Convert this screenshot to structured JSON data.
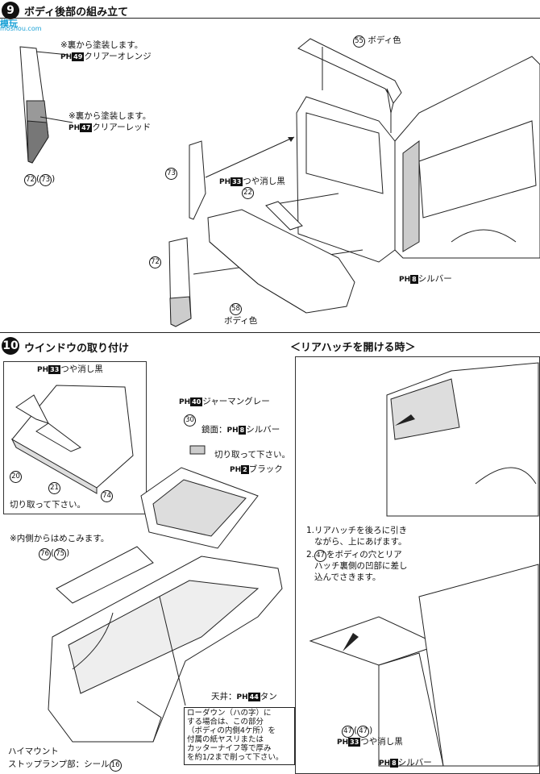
{
  "watermark": {
    "brand": "模玩",
    "url": "moshou.com"
  },
  "section9": {
    "number": "9",
    "title": "ボディ後部の組み立て",
    "note1": "※裏から塗装します。",
    "note1_paint": {
      "code": "49",
      "name": "クリアーオレンジ"
    },
    "note2": "※裏から塗装します。",
    "note2_paint": {
      "code": "47",
      "name": "クリアーレッド"
    },
    "part_72_73": {
      "a": "72",
      "b": "73"
    },
    "part_55": {
      "num": "55",
      "label": "ボディ色"
    },
    "part_73": "73",
    "paint_33": {
      "code": "33",
      "name": "つや消し黒"
    },
    "part_22": "22",
    "part_72": "72",
    "part_58": {
      "num": "58",
      "label": "ボディ色"
    },
    "paint_8": {
      "code": "8",
      "name": "シルバー"
    }
  },
  "section10": {
    "number": "10",
    "title": "ウインドウの取り付け",
    "paint_33": {
      "code": "33",
      "name": "つや消し黒"
    },
    "part_20": "20",
    "part_21": "21",
    "part_74": "74",
    "cut_note": "切り取って下さい。",
    "paint_40": {
      "code": "40",
      "name": "ジャーマングレー"
    },
    "part_30": "30",
    "mirror_prefix": "鏡面：",
    "mirror_paint": {
      "code": "8",
      "name": "シルバー"
    },
    "cut_note2": "切り取って下さい。",
    "paint_2": {
      "code": "2",
      "name": "ブラック"
    },
    "inside_note": "※内側からはめこみます。",
    "part_76_75": {
      "a": "76",
      "b": "75"
    },
    "ceiling_prefix": "天井：",
    "ceiling_paint": {
      "code": "44",
      "name": "タン"
    },
    "lowdown_note": [
      "ローダウン（ハの字）に",
      "する場合は、この部分",
      "（ボディの内側4ケ所）を",
      "付属の紙ヤスリまたは",
      "カッターナイフ等で厚み",
      "を約1/2まで削って下さい。"
    ],
    "highmount": [
      "ハイマウント",
      "ストップランプ部：シール"
    ],
    "highmount_sticker": "16"
  },
  "rear_hatch": {
    "title": "＜リアハッチを開ける時＞",
    "step1": [
      "1.リアハッチを後ろに引き",
      "ながら、上にあげます。"
    ],
    "step2_prefix": "2.",
    "step2_part": "47",
    "step2": [
      "をボディの穴とリア",
      "ハッチ裏側の凹部に差し",
      "込んでさきます。"
    ],
    "part_47": {
      "a": "47",
      "b": "47"
    },
    "paint_33": {
      "code": "33",
      "name": "つや消し黒"
    },
    "paint_8": {
      "code": "8",
      "name": "シルバー"
    }
  }
}
